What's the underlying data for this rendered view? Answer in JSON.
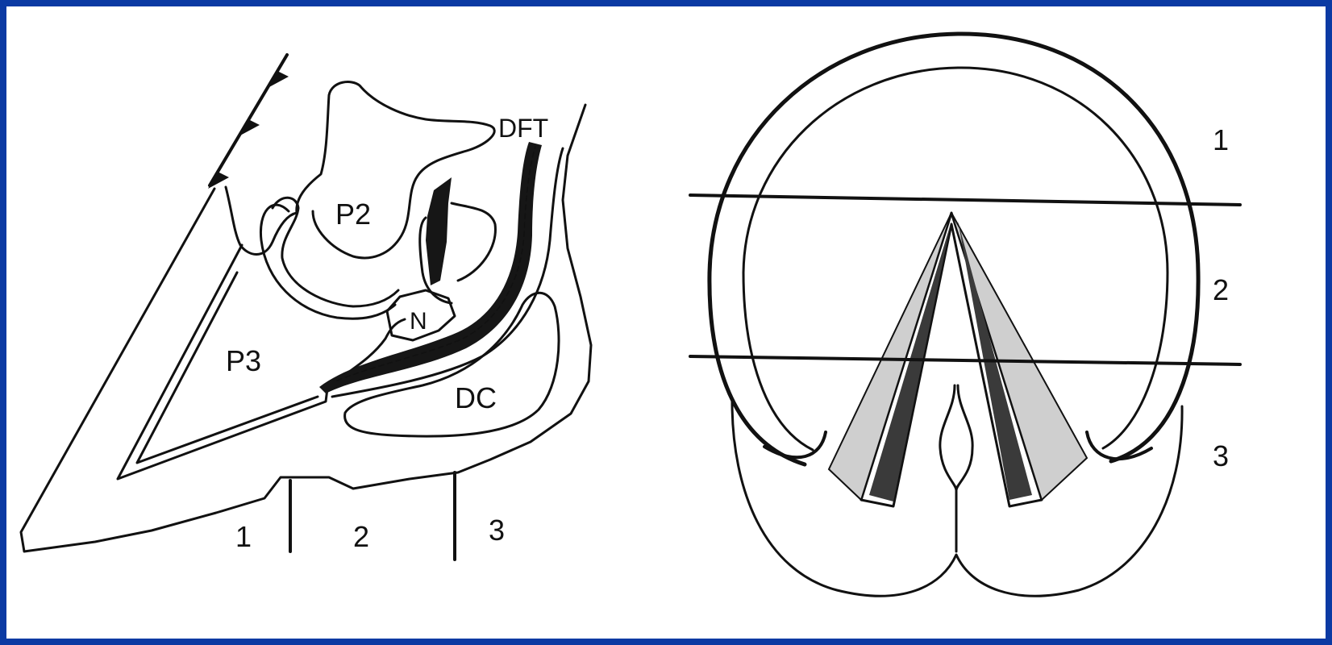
{
  "frame_color": "#0b3aa3",
  "left_panel": {
    "labels": {
      "p2": "P2",
      "p3": "P3",
      "n": "N",
      "dft": "DFT",
      "dc": "DC"
    },
    "zones": [
      "1",
      "2",
      "3"
    ]
  },
  "right_panel": {
    "zones": [
      "1",
      "2",
      "3"
    ]
  }
}
